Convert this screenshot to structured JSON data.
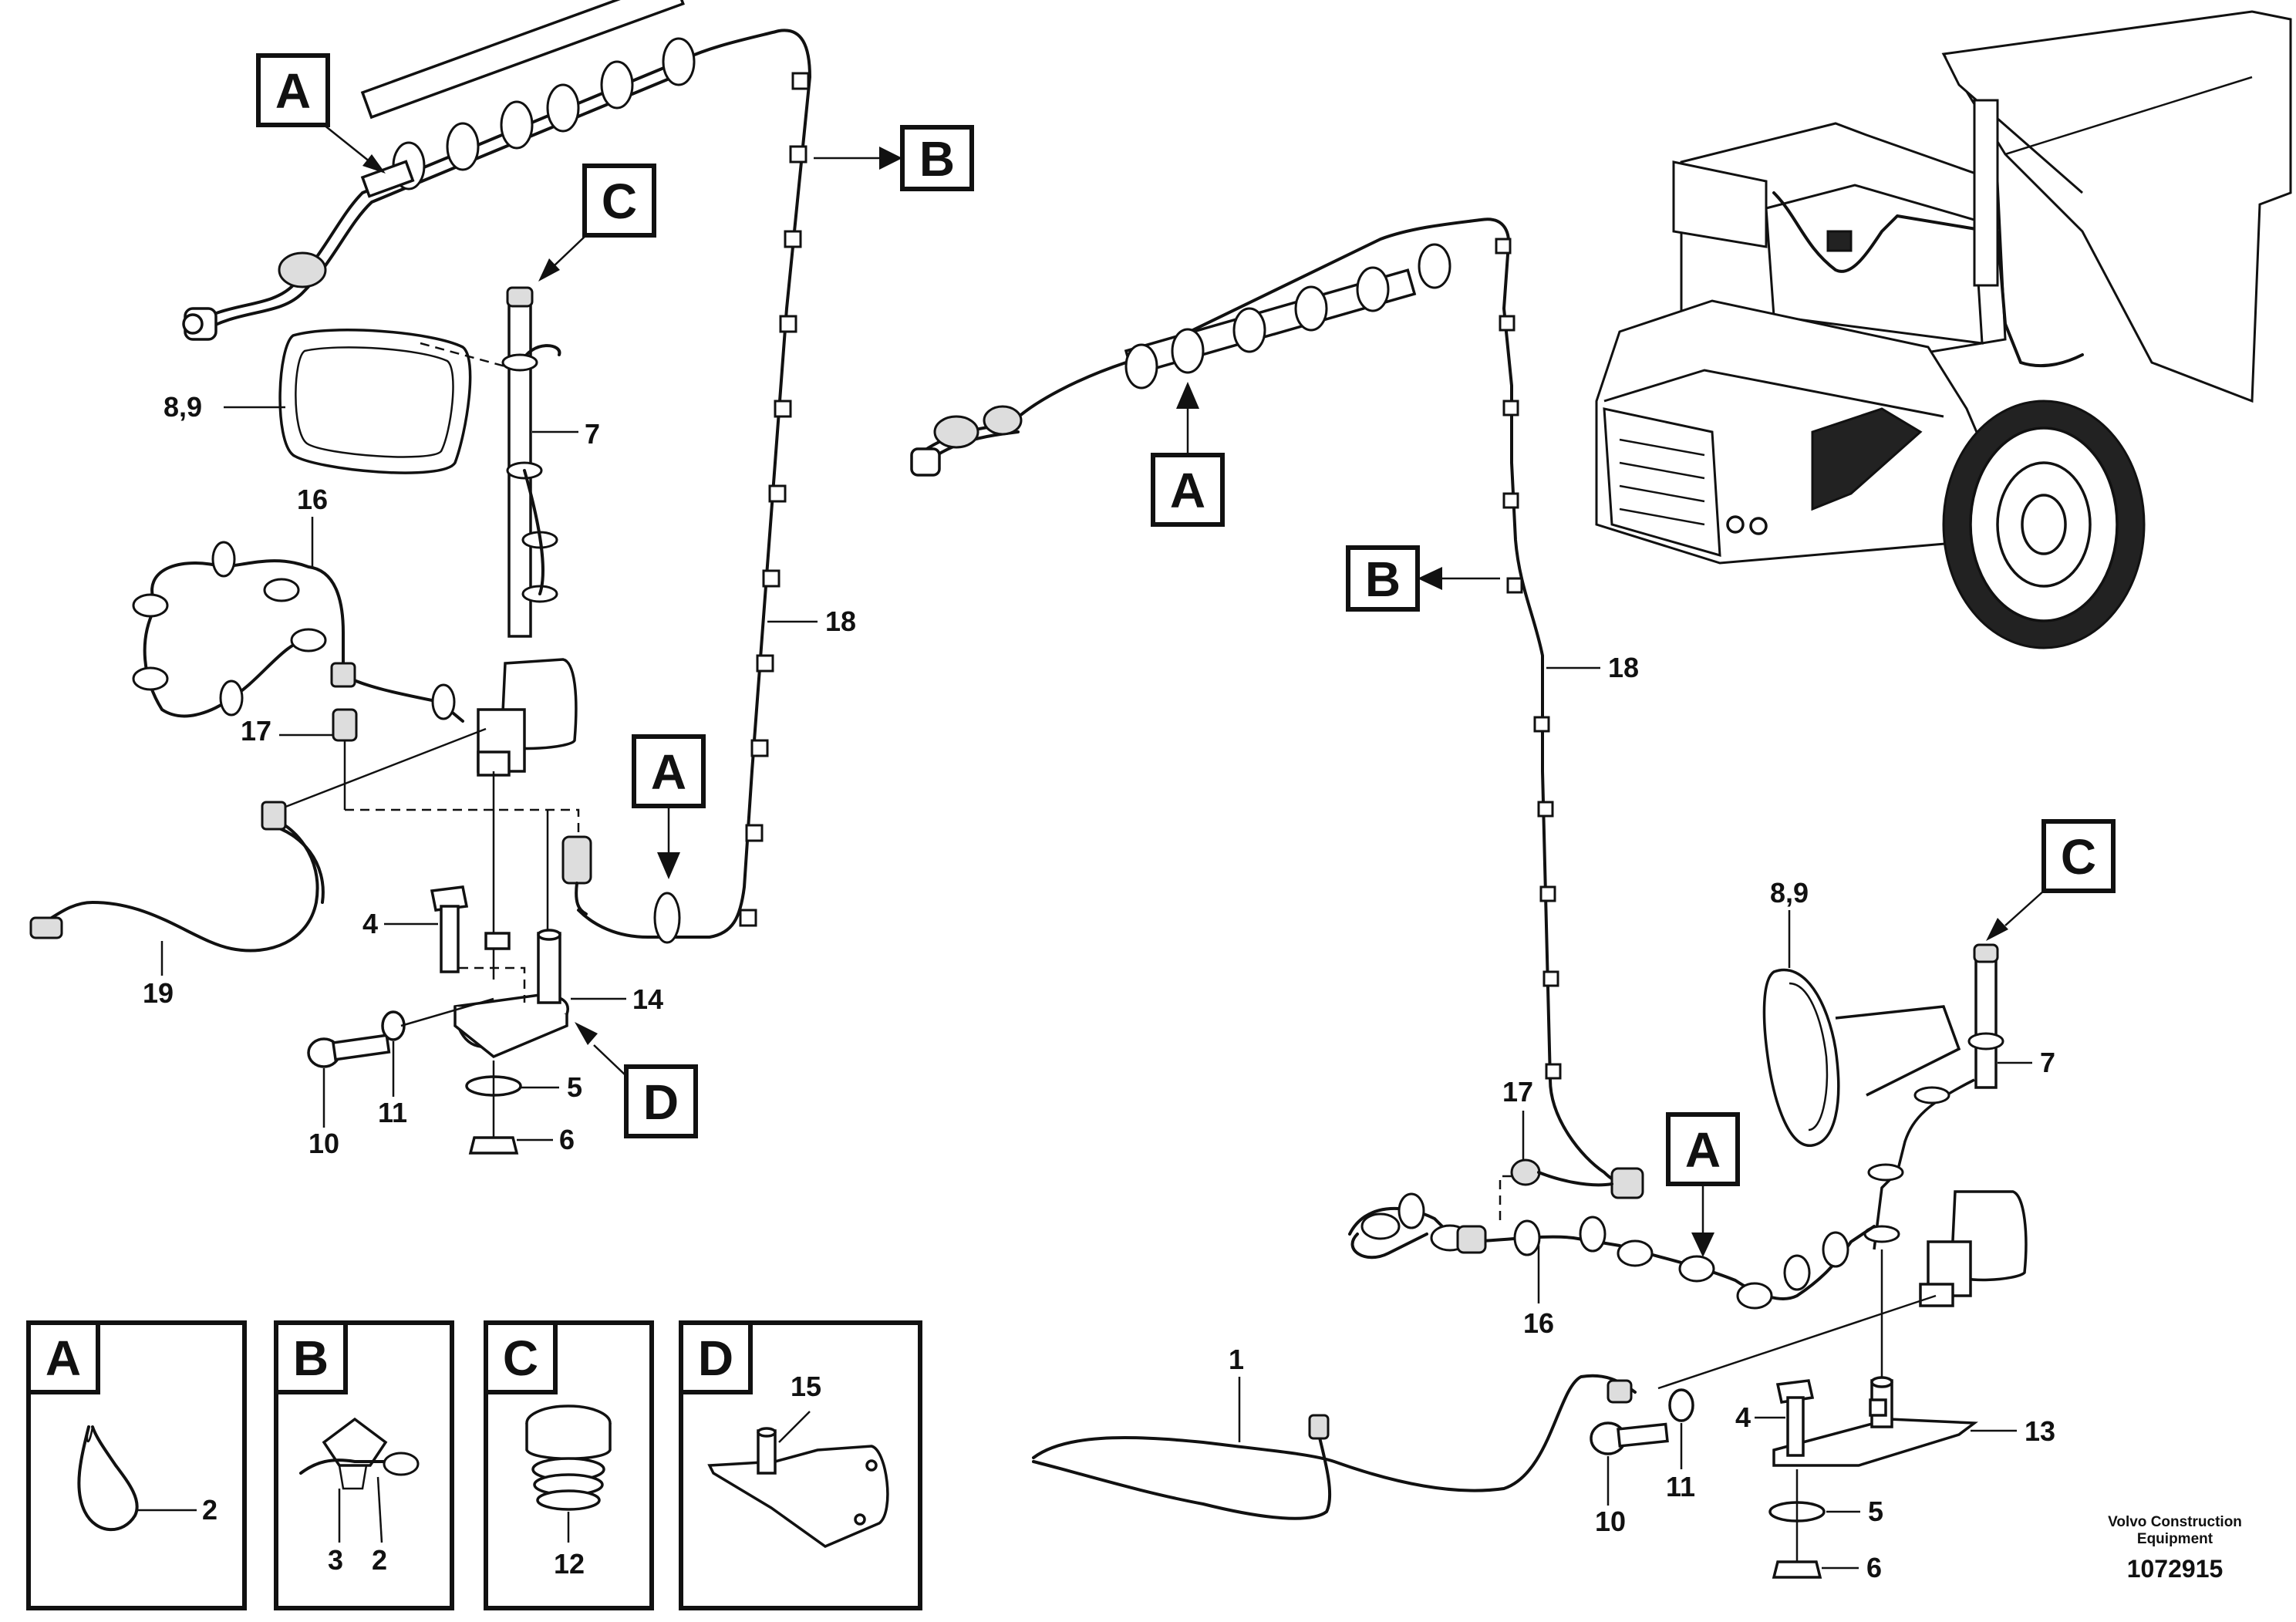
{
  "diagram": {
    "callouts": {
      "a": "A",
      "b": "B",
      "c": "C",
      "d": "D"
    },
    "parts": {
      "p1": "1",
      "p2": "2",
      "p3": "3",
      "p4": "4",
      "p5": "5",
      "p6": "6",
      "p7": "7",
      "p8_9": "8,9",
      "p10": "10",
      "p11": "11",
      "p12": "12",
      "p13": "13",
      "p14": "14",
      "p15": "15",
      "p16": "16",
      "p17": "17",
      "p18": "18",
      "p19": "19"
    },
    "footer": {
      "company_line1": "Volvo Construction",
      "company_line2": "Equipment",
      "drawing_number": "1072915"
    }
  }
}
